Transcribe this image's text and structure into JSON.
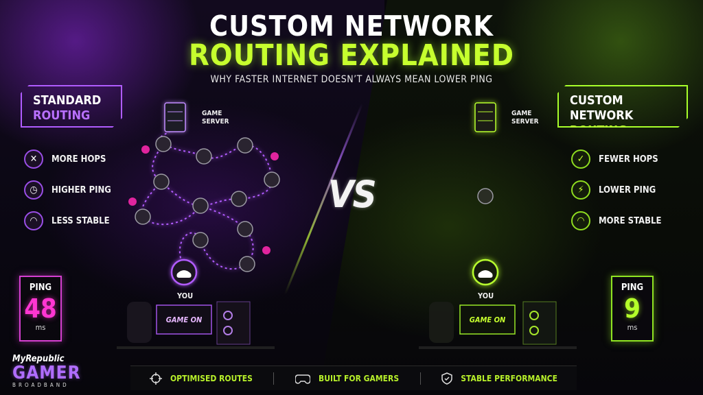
{
  "header": {
    "title_line1": "CUSTOM NETWORK",
    "title_line2": "ROUTING EXPLAINED",
    "subtitle": "WHY FASTER INTERNET DOESN’T ALWAYS MEAN LOWER PING"
  },
  "left_panel": {
    "title_line1": "STANDARD",
    "title_line2": "ROUTING",
    "features": [
      {
        "icon": "x-icon",
        "glyph": "✕",
        "label": "MORE HOPS"
      },
      {
        "icon": "timer-icon",
        "glyph": "◷",
        "label": "HIGHER PING"
      },
      {
        "icon": "wifi-icon",
        "glyph": "◠",
        "label": "LESS STABLE"
      }
    ],
    "ping": {
      "label": "PING",
      "value": "48",
      "unit": "ms"
    },
    "server_label_line1": "GAME",
    "server_label_line2": "SERVER",
    "you_label": "YOU",
    "monitor_text": "GAME ON",
    "accent": "#b05cff"
  },
  "right_panel": {
    "title_line1": "CUSTOM NETWORK",
    "title_line2": "ROUTING",
    "features": [
      {
        "icon": "check-icon",
        "glyph": "✓",
        "label": "FEWER HOPS"
      },
      {
        "icon": "lightning-icon",
        "glyph": "⚡",
        "label": "LOWER PING"
      },
      {
        "icon": "wifi-icon",
        "glyph": "◠",
        "label": "MORE STABLE"
      }
    ],
    "ping": {
      "label": "PING",
      "value": "9",
      "unit": "ms"
    },
    "server_label_line1": "GAME",
    "server_label_line2": "SERVER",
    "you_label": "YOU",
    "monitor_text": "GAME ON",
    "accent": "#a8ff2a"
  },
  "vs_text": "VS",
  "bottom_bar": {
    "items": [
      {
        "icon": "crosshair-icon",
        "label": "OPTIMISED ROUTES"
      },
      {
        "icon": "gamepad-icon",
        "label": "BUILT FOR GAMERS"
      },
      {
        "icon": "shield-icon",
        "label": "STABLE PERFORMANCE"
      }
    ]
  },
  "logo": {
    "brand": "MyRepublic",
    "name": "GAMER",
    "sub": "BROADBAND"
  }
}
